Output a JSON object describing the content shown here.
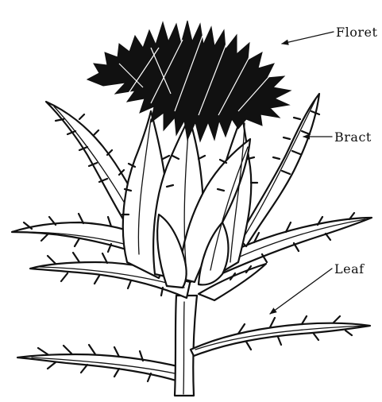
{
  "diagram": {
    "labels": {
      "floret": "Floret",
      "bract": "Bract",
      "leaf": "Leaf"
    },
    "colors": {
      "ink": "#111111",
      "paper": "#ffffff"
    }
  }
}
